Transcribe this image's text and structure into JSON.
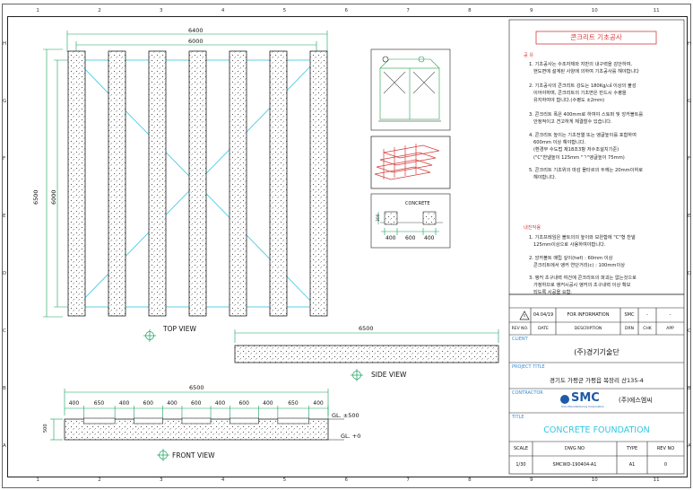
{
  "border": {
    "cols": [
      "1",
      "2",
      "3",
      "4",
      "5",
      "6",
      "7",
      "8",
      "9",
      "10",
      "11"
    ],
    "rows": [
      "H",
      "G",
      "F",
      "E",
      "D",
      "C",
      "B",
      "A"
    ]
  },
  "top_view": {
    "title": "TOP VIEW",
    "dim_outer_w": "6400",
    "dim_inner_w": "6000",
    "dim_outer_h": "6500",
    "dim_inner_h": "6000",
    "beam_count": 7
  },
  "side_view": {
    "title": "SIDE VIEW",
    "dim": "6500"
  },
  "front_view": {
    "title": "FRONT VIEW",
    "dim_total": "6500",
    "segments": [
      "400",
      "650",
      "400",
      "600",
      "400",
      "600",
      "400",
      "600",
      "400",
      "650",
      "400"
    ],
    "height": "500",
    "gl_top": "GL. ±500",
    "gl_bottom": "GL. +0"
  },
  "detail": {
    "section_label": "CONCRETE",
    "height_label": "300",
    "dims": [
      "400",
      "600",
      "400"
    ]
  },
  "notes": {
    "title": "콘크리트 기초공사",
    "h1": "공 유",
    "items": [
      "1. 기초공사는 수조자체와 지반의 내구력을 감안하여,\n   현도면에 설계된 사양에 의하여 기초공사를 해야합니다",
      "2. 기초공사의 콘크리트 강도는 180Kg/㎠ 이상의 불성\n   이어야하며, 콘크리트의 기초면은 반드시 수평을\n   유지하여야 합니다.(수평도 ±2mm)",
      "3. 콘크리트 폭은 400mm로 하여야 스토퍼 및 앙카볼트를\n   안정적이고 견고하게 체결할수 있습니다.",
      "4. 콘크리트 높이는 기초전열 또는 엥글높이를 포함하여\n   600mm 이상 해야합니다.\n   (환경부 수도법 제18조3항 저수조설치기준)\n   (\"C\"찬넬높이 125mm \"ㄱ\"엥글높이 75mm)",
      "5. 콘크리트 기초위의 마감 몰타르의 두께는 20mm이하로\n   해야합니다."
    ],
    "h2": "내진작용",
    "items2": [
      "1. 기초프레임은 볼트의의 높이와 보완합에 \"C\"형 찬넬\n   125mm이상으로 사용하여야합니다.",
      "2. 앙카볼트 매립 깊이(hef) : 60mm 이상\n   콘크리트에서 앵커 연단거리(c) : 100mm이상",
      "3. 앵커 초구내력 여건에 콘크리트의 파괴는 없는것으로\n   가정하므로 앵커시공시 앵커의 초구내력 이상 확보\n   되도록 시공을 요함."
    ]
  },
  "revision": {
    "row": {
      "date": "04.04/19",
      "description": "FOR INFORMATION",
      "drn": "SMC",
      "chk": "-",
      "app": "-"
    },
    "headers": {
      "rev": "REV NO.",
      "date": "DATE",
      "description": "DESCRIPTION",
      "drn": "DRN",
      "chk": "CHK",
      "app": "APP"
    }
  },
  "title_block": {
    "client_label": "CLIENT",
    "client": "(주)경기기술단",
    "project_label": "PROJECT TITLE",
    "project": "경기도 가평군 가평읍 복장리 산135-4",
    "contractor_label": "CONTRACTOR",
    "logo_text": "SMC",
    "logo_sub": "Sino Manufacturing Corporation",
    "contractor": "(주)에스엠씨",
    "title_label": "TITLE",
    "title": "CONCRETE FOUNDATION",
    "scale_label": "SCALE",
    "dwg_label": "DWG NO",
    "type_label": "TYPE",
    "rev_label": "REV NO",
    "scale": "1/30",
    "dwg": "SMCWD-190404-A1",
    "type": "A1",
    "rev": "0"
  },
  "colors": {
    "line": "#222222",
    "dim_green": "#13a05a",
    "cyan": "#35c6e0",
    "blue_label": "#3a8dd6",
    "title_red": "#d43c3c",
    "logo_blue": "#1e5aa8"
  }
}
